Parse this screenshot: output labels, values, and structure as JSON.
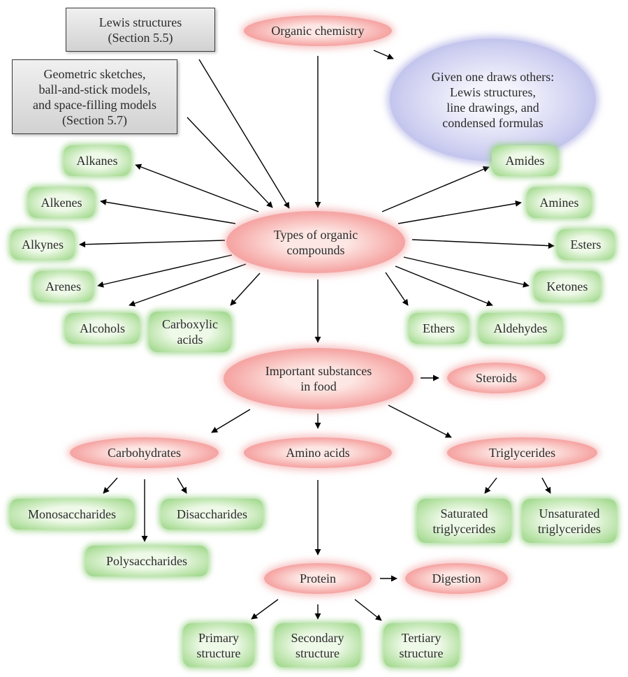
{
  "nodes": {
    "lewis": [
      "Lewis structures",
      "(Section 5.5)"
    ],
    "geometric": [
      "Geometric sketches,",
      "ball-and-stick models,",
      "and space-filling models",
      "(Section 5.7)"
    ],
    "organic_chemistry": [
      "Organic chemistry"
    ],
    "given_one": [
      "Given one draws others:",
      "Lewis structures,",
      "line drawings, and",
      "condensed formulas"
    ],
    "types": [
      "Types of organic",
      "compounds"
    ],
    "alkanes": [
      "Alkanes"
    ],
    "alkenes": [
      "Alkenes"
    ],
    "alkynes": [
      "Alkynes"
    ],
    "arenes": [
      "Arenes"
    ],
    "alcohols": [
      "Alcohols"
    ],
    "carboxylic": [
      "Carboxylic",
      "acids"
    ],
    "amides": [
      "Amides"
    ],
    "amines": [
      "Amines"
    ],
    "esters": [
      "Esters"
    ],
    "ketones": [
      "Ketones"
    ],
    "ethers": [
      "Ethers"
    ],
    "aldehydes": [
      "Aldehydes"
    ],
    "important": [
      "Important substances",
      "in food"
    ],
    "steroids": [
      "Steroids"
    ],
    "carbohydrates": [
      "Carbohydrates"
    ],
    "amino_acids": [
      "Amino acids"
    ],
    "triglycerides": [
      "Triglycerides"
    ],
    "monosaccharides": [
      "Monosaccharides"
    ],
    "disaccharides": [
      "Disaccharides"
    ],
    "polysaccharides": [
      "Polysaccharides"
    ],
    "saturated": [
      "Saturated",
      "triglycerides"
    ],
    "unsaturated": [
      "Unsaturated",
      "triglycerides"
    ],
    "protein": [
      "Protein"
    ],
    "digestion": [
      "Digestion"
    ],
    "primary": [
      "Primary",
      "structure"
    ],
    "secondary": [
      "Secondary",
      "structure"
    ],
    "tertiary": [
      "Tertiary",
      "structure"
    ]
  },
  "colors": {
    "arrow": "#000000",
    "green_node": "#a6d994",
    "pink_node": "#f29c9c",
    "blue_node": "#b4b5e8",
    "gray_node": "#dcdcdc"
  }
}
